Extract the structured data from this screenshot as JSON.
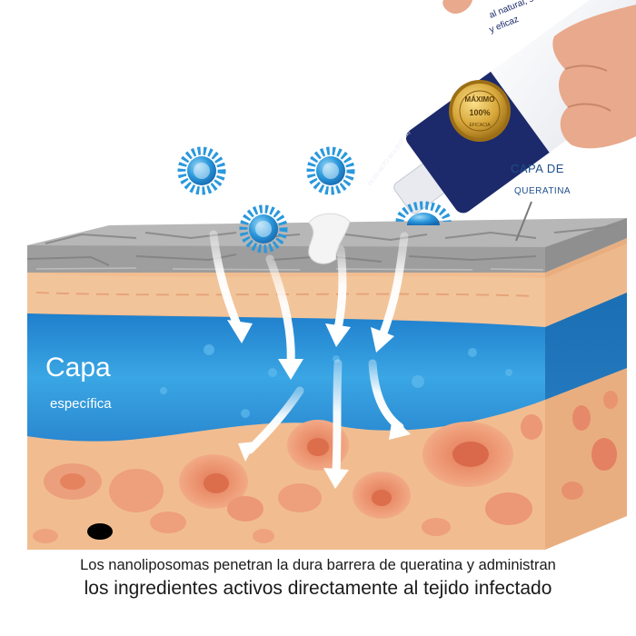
{
  "labels": {
    "keratin_1": "CAPA DE",
    "keratin_2": "QUERATINA",
    "layer_1": "Capa",
    "layer_2": "específica"
  },
  "tube": {
    "text_1": "al natural, seguro",
    "text_2": "y eficaz",
    "net_weight": "PESO NETO 20 g (0,07 oz)",
    "seal_top": "MÁXIMO",
    "seal_pct": "100%",
    "seal_bottom": "EFICACIA"
  },
  "caption": {
    "line_1": "Los nanoliposomas penetran la dura barrera de queratina y administran",
    "line_2": "los ingredientes activos directamente al tejido infectado"
  },
  "colors": {
    "keratin": "#a9a9a9",
    "dermis": "#efb98c",
    "blue_layer": "#2a8fd6",
    "cell": "#e8906a",
    "nanoliposome": "#2a98dc",
    "tube_navy": "#1c2a6b",
    "seal_gold": "#c99a2e"
  }
}
